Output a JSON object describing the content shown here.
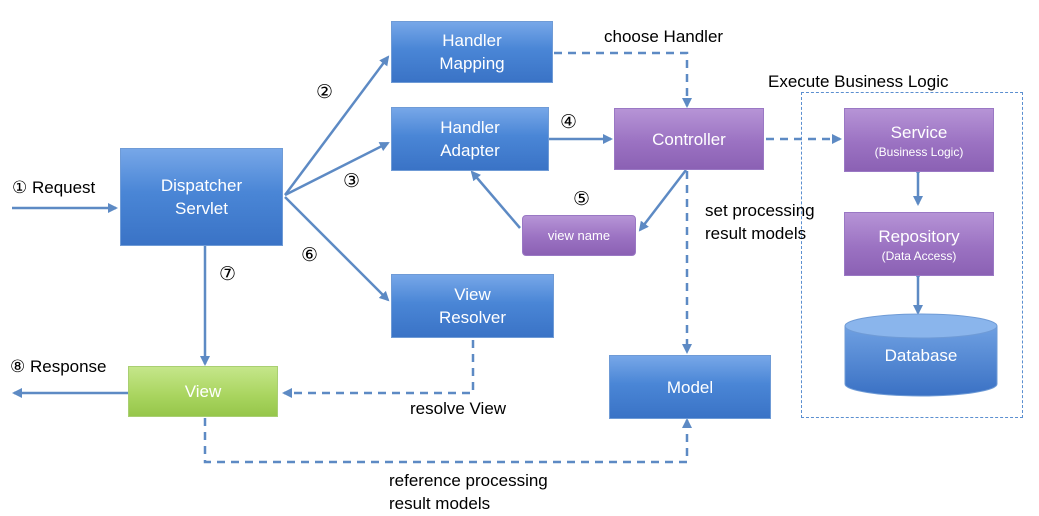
{
  "nodes": {
    "dispatcher_servlet": [
      "Dispatcher",
      "Servlet"
    ],
    "handler_mapping": [
      "Handler",
      "Mapping"
    ],
    "handler_adapter": [
      "Handler",
      "Adapter"
    ],
    "controller": "Controller",
    "view_name": "view name",
    "view_resolver": [
      "View",
      "Resolver"
    ],
    "view": "View",
    "model": "Model",
    "service": {
      "title": "Service",
      "sub": "(Business Logic)"
    },
    "repository": {
      "title": "Repository",
      "sub": "(Data Access)"
    },
    "database": "Database"
  },
  "labels": {
    "request": "① Request",
    "response": "⑧ Response",
    "choose_handler": "choose Handler",
    "execute_business_logic": "Execute Business Logic",
    "set_processing": [
      "set processing",
      "result models"
    ],
    "resolve_view": "resolve View",
    "reference_processing": [
      "reference processing",
      "result models"
    ]
  },
  "step_numbers": {
    "two": "②",
    "three": "③",
    "four": "④",
    "five": "⑤",
    "six": "⑥",
    "seven": "⑦"
  },
  "colors": {
    "arrow": "#5d8ac4",
    "blue_box": "#4a86d6",
    "purple_box": "#9b72c2",
    "green_box": "#a8d45e"
  }
}
